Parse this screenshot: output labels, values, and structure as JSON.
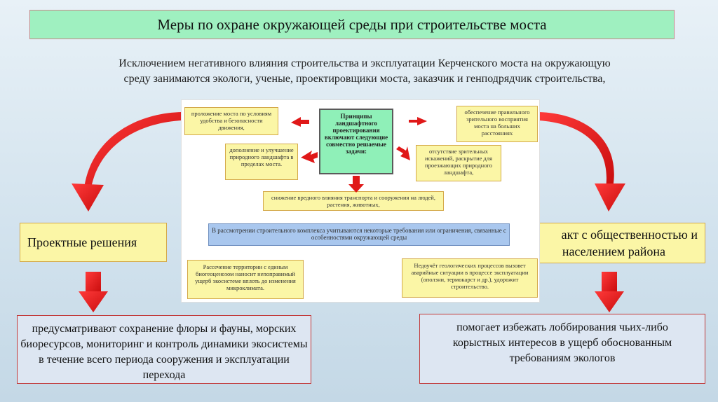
{
  "title": "Меры по охране окружающей среды при строительстве моста",
  "intro": {
    "line1": "Исключением негативного влияния строительства и эксплуатации Керченского моста на окружающую",
    "line2": "среду занимаются экологи, ученые, проектировщики моста, заказчик и генподрядчик строительства,"
  },
  "diagram": {
    "center": "Принципы ландшафтного проектирования включают следующие совместно решаемые задачи:",
    "top_left": "проложение моста по условиям удобства и безопасности движения,",
    "mid_left": "дополнение и улучшение природного ландшафта в пределах моста.",
    "top_right": "обеспечение правильного зрительного восприятия моста на больших расстояниях",
    "mid_right": "отсутствие зрительных искажений, раскрытие для проезжающих природного ландшафта,",
    "bottom_center": "снижение вредного влияния транспорта и сооружения на людей, растения, животных,",
    "blue_box": "В рассмотрении строительного комплекса учитываются некоторые требования или ограничения, связанные с особенностями окружающей среды",
    "bottom_left": "Рассечение территории с единым биогеоценозом наносит непоправимый ущерб экосистеме вплоть до изменения микроклимата.",
    "bottom_right": "Недоучёт геологических процессов вызовет аварийные ситуации в процессе эксплуатации (оползни, термокарст и др.), удорожит строительство."
  },
  "left_panel": {
    "heading": "Проектные решения",
    "text": "предусматривают сохранение флоры и фауны, морских биоресурсов, мониторинг и контроль динамики экосистемы в течение всего периода сооружения и эксплуатации перехода"
  },
  "right_panel": {
    "heading_line1": "акт с общественностью и",
    "heading_line2": "населением района",
    "text": "помогает избежать лоббирования чьих-либо корыстных интересов в ущерб обоснованным требованиям экологов"
  },
  "colors": {
    "title_bg": "#9ff0c0",
    "arrow_red": "#e01818",
    "box_yellow": "#fbf6a6",
    "box_blue": "#dde6f2"
  }
}
